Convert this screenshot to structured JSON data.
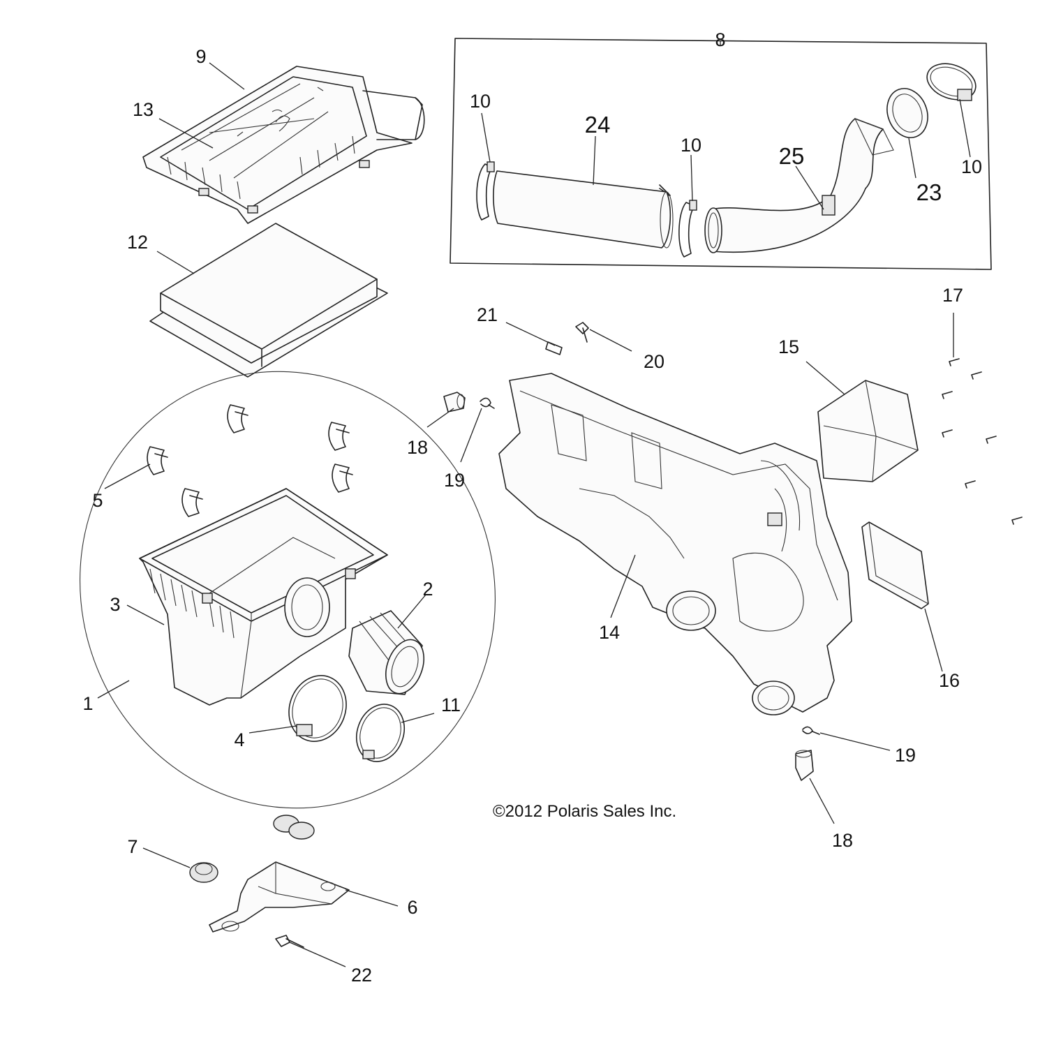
{
  "copyright": "©2012 Polaris Sales Inc.",
  "callouts": {
    "c1": "1",
    "c2": "2",
    "c3": "3",
    "c4": "4",
    "c5": "5",
    "c6": "6",
    "c7": "7",
    "c8": "8",
    "c9": "9",
    "c10a": "10",
    "c10b": "10",
    "c10c": "10",
    "c11": "11",
    "c12": "12",
    "c13": "13",
    "c14": "14",
    "c15": "15",
    "c16": "16",
    "c17": "17",
    "c18a": "18",
    "c18b": "18",
    "c19a": "19",
    "c19b": "19",
    "c20": "20",
    "c21": "21",
    "c22": "22",
    "c23": "23",
    "c24": "24",
    "c25": "25"
  }
}
